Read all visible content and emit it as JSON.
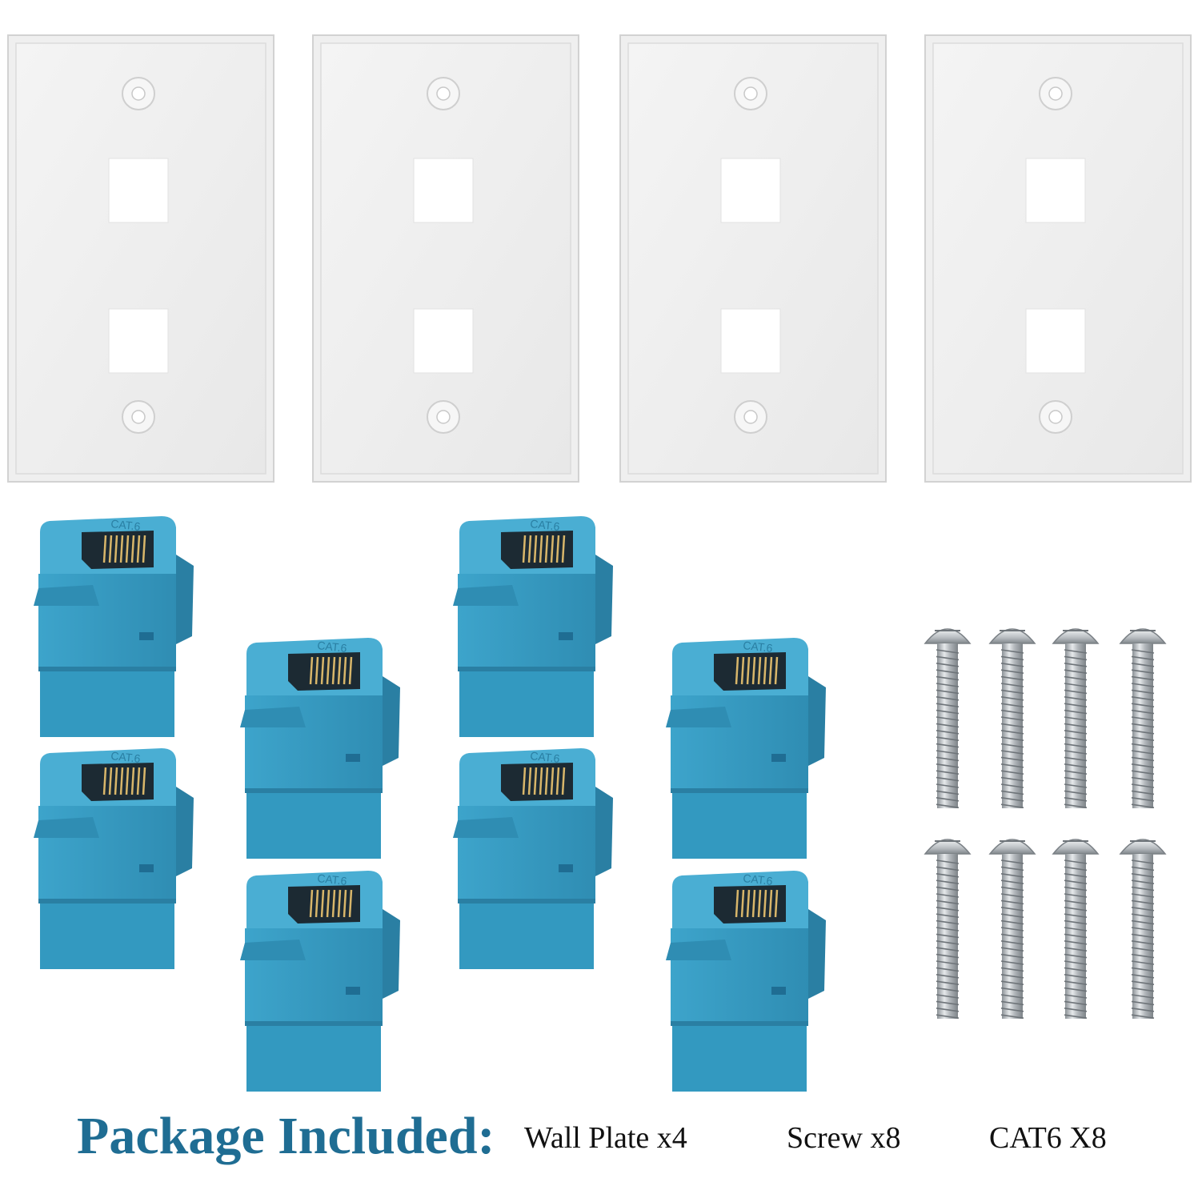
{
  "colors": {
    "background": "#ffffff",
    "plate_fill": "#efefef",
    "plate_edge": "#d2d2d2",
    "keystone_blue": "#3a9ec4",
    "keystone_dark": "#2a7fa3",
    "caption_title": "#1f6d93",
    "caption_text": "#111111",
    "screw": "#b9bec3"
  },
  "products": {
    "wall_plates": {
      "count": 4,
      "ports_each": 2,
      "screw_holes_each": 2
    },
    "keystones": {
      "count": 8,
      "label": "CAT.6"
    },
    "screws": {
      "count": 8
    }
  },
  "caption": {
    "title": "Package Included:",
    "items": [
      "Wall Plate x4",
      "Screw x8",
      "CAT6 X8"
    ]
  }
}
